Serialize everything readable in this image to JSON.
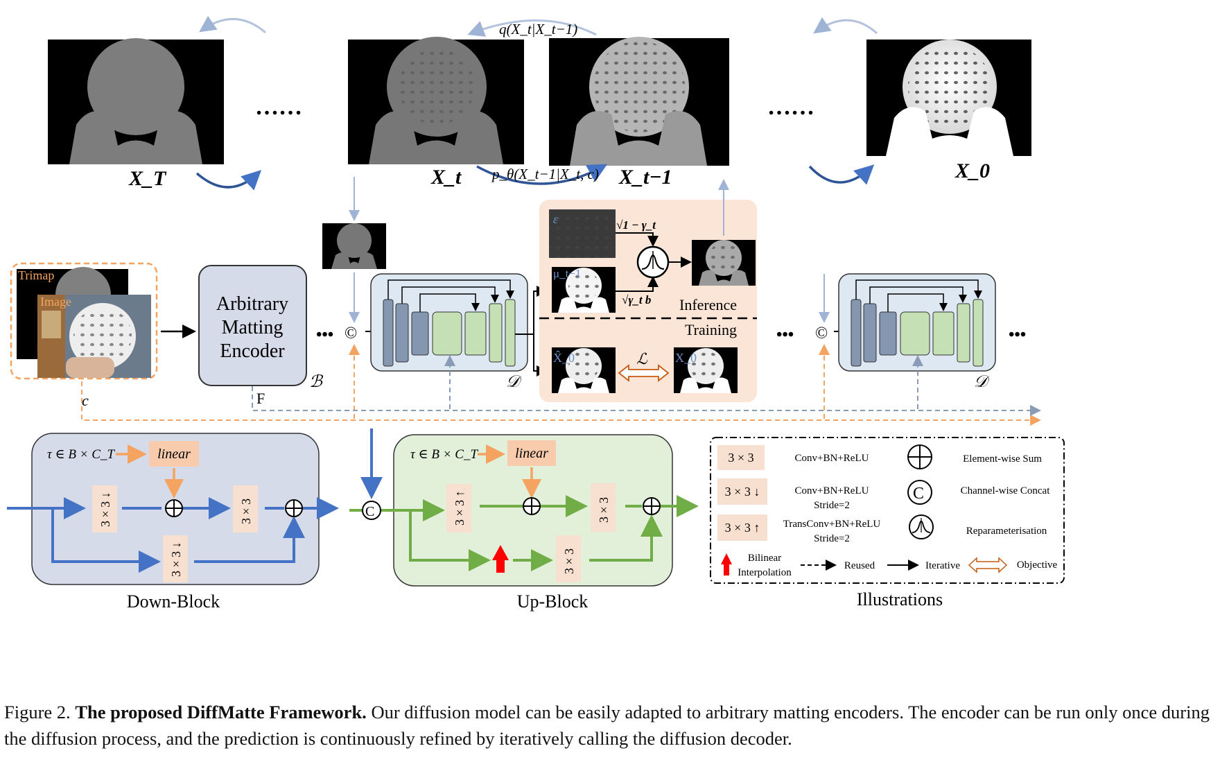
{
  "figure": {
    "frames": {
      "xT": "X_T",
      "xt": "X_t",
      "xt1": "X_t−1",
      "x0": "X_0"
    },
    "ellipsis": "……",
    "dots": "•••",
    "forward_process": "q(X_t|X_t−1)",
    "reverse_process": "p_θ(X_t−1|X_t, c)",
    "condition_box": {
      "trimap_label": "Trimap",
      "image_label": "Image",
      "symbol": "c"
    },
    "encoder": {
      "line1": "Arbitrary",
      "line2": "Matting",
      "line3": "Encoder",
      "symbol": "ℬ",
      "feature": "F"
    },
    "decoder_symbol": "𝒟",
    "concat_symbol": "©",
    "inference_panel": {
      "epsilon": "ε",
      "mu": "μ_t−1",
      "coef1": "√1 − γ_t",
      "coef2": "√γ_t b",
      "inference": "Inference",
      "training": "Training",
      "x0hat": "X̂_0",
      "x0": "X_0",
      "loss": "ℒ"
    },
    "down_block": {
      "title": "Down-Block",
      "tau": "τ ∈ B × C_T",
      "linear": "linear",
      "conv_down": "3 × 3 ↓",
      "conv": "3 × 3"
    },
    "up_block": {
      "title": "Up-Block",
      "tau": "τ ∈ B × C_T",
      "linear": "linear",
      "conv_up": "3 × 3 ↑",
      "conv": "3 × 3"
    },
    "illustrations": {
      "title": "Illustrations",
      "conv": "3 × 3",
      "conv_label": "Conv+BN+ReLU",
      "conv_down": "3 × 3 ↓",
      "conv_down_label1": "Conv+BN+ReLU",
      "conv_down_label2": "Stride=2",
      "conv_up": "3 × 3 ↑",
      "conv_up_label1": "TransConv+BN+ReLU",
      "conv_up_label2": "Stride=2",
      "sum_label": "Element-wise Sum",
      "concat_label": "Channel-wise Concat",
      "reparam_label": "Reparameterisation",
      "bilinear_label1": "Bilinear",
      "bilinear_label2": "Interpolation",
      "reused_label": "Reused",
      "iterative_label": "Iterative",
      "objective_label": "Objective"
    }
  },
  "caption": {
    "label": "Figure 2.",
    "title": "The proposed DiffMatte Framework.",
    "text": "Our diffusion model can be easily adapted to arbitrary matting encoders. The encoder can be run only once during the diffusion process, and the prediction is continuously refined by iteratively calling the diffusion decoder."
  },
  "colors": {
    "blue_arrow": "#4472c4",
    "green_arrow": "#70ad47",
    "orange": "#f4a460",
    "down_bg": "#d5dbe8",
    "up_bg": "#e2efd9",
    "decoder_bg": "#dde8f3",
    "panel_bg": "#fbe5d6"
  }
}
